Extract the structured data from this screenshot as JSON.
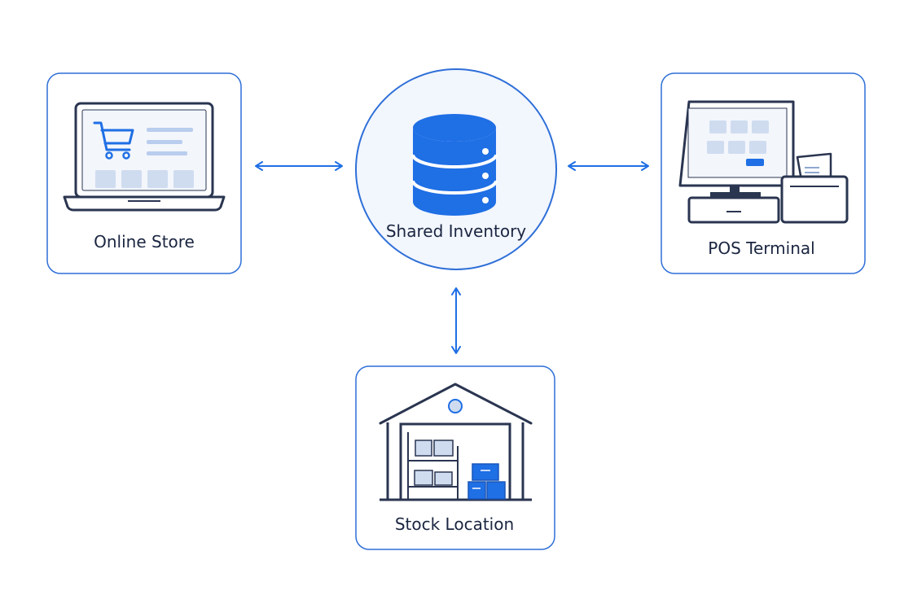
{
  "nodes": {
    "center": {
      "label": "Shared Inventory",
      "icon": "database-icon"
    },
    "left": {
      "label": "Online Store",
      "icon": "laptop-shopping-cart-icon"
    },
    "right": {
      "label": "POS Terminal",
      "icon": "pos-terminal-icon"
    },
    "bottom": {
      "label": "Stock Location",
      "icon": "warehouse-icon"
    }
  },
  "connections": [
    {
      "from": "left",
      "to": "center",
      "direction": "bidirectional"
    },
    {
      "from": "right",
      "to": "center",
      "direction": "bidirectional"
    },
    {
      "from": "bottom",
      "to": "center",
      "direction": "bidirectional"
    }
  ],
  "colors": {
    "accent": "#1f6fe5",
    "border": "#2e6fd8",
    "line": "#2a3550",
    "fill_light": "#f2f6fd",
    "tile": "#cfdcf0",
    "text": "#1a2540"
  }
}
